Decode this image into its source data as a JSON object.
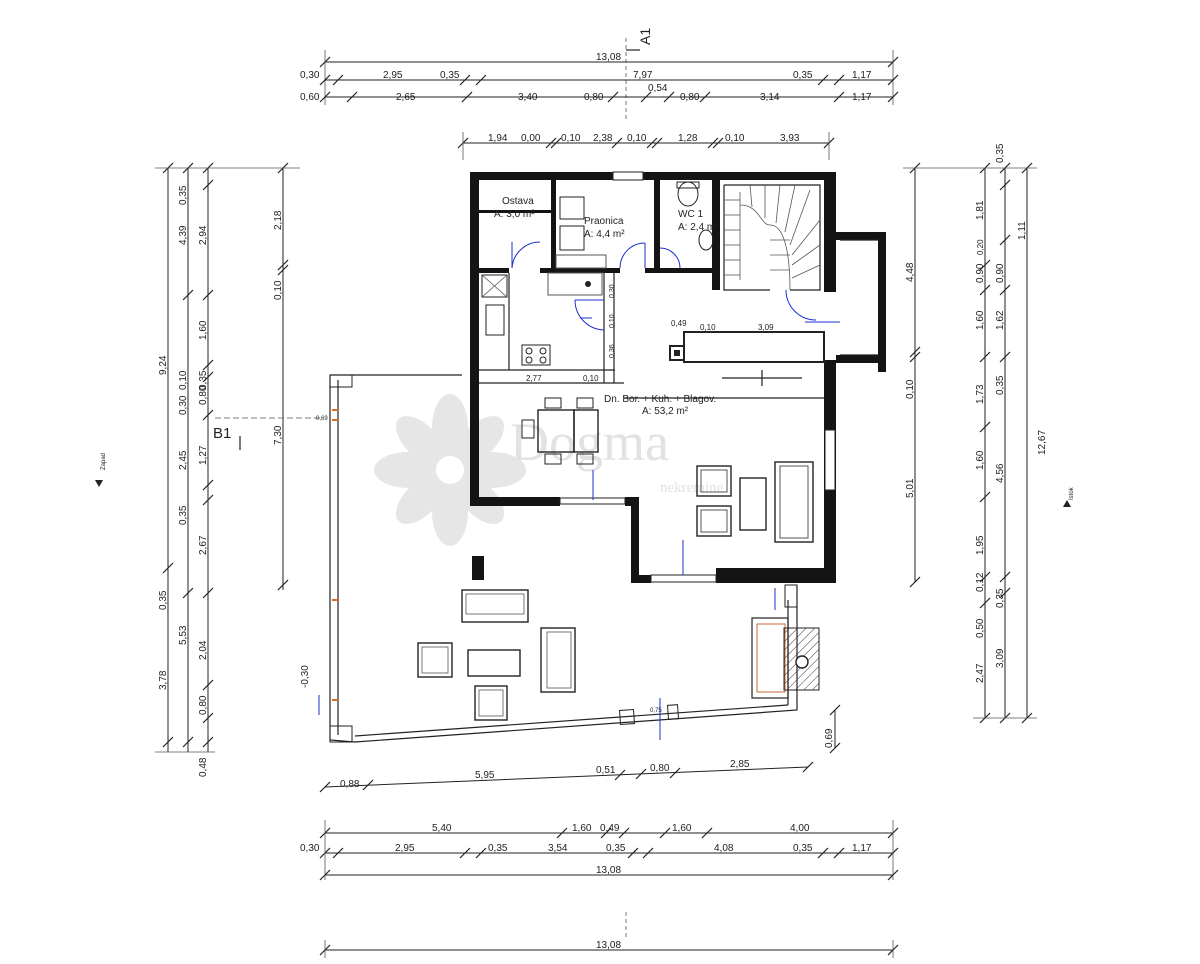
{
  "sections": {
    "a": "A1",
    "b": "B1"
  },
  "orient": {
    "west": "Zapad",
    "east": "Istok"
  },
  "watermark": {
    "brand": "Dogma",
    "sub": "nekretnine"
  },
  "rooms": {
    "ostava": {
      "name": "Ostava",
      "area": "A: 3,0 m²"
    },
    "praonica": {
      "name": "Praonica",
      "area": "A: 4,4 m²"
    },
    "wc": {
      "name": "WC 1",
      "area": "A: 2,4 m²"
    },
    "main": {
      "name": "Dn. Bor. + Kuh. + Blagov.",
      "area": "A: 53,2 m²"
    }
  },
  "top_dims": {
    "total": "13,08",
    "r1": [
      "0,30",
      "2,95",
      "0,35",
      "7,97",
      "0,35",
      "1,17"
    ],
    "r2": [
      "0,60",
      "2,65",
      "3,40",
      "0,80",
      "0,54",
      "0,80",
      "3,14",
      "1,17"
    ],
    "r3": [
      "1,94",
      "0,00",
      "0,10",
      "2,38",
      "0,10",
      "1,28",
      "0,10",
      "3,93"
    ]
  },
  "bottom_dims": {
    "r1": [
      "0,88",
      "5,95",
      "0,51",
      "0,80",
      "2,85"
    ],
    "r2": [
      "5,40",
      "1,60",
      "0,49",
      "1,60",
      "4,00"
    ],
    "r3": [
      "0,30",
      "2,95",
      "0,35",
      "3,54",
      "0,35",
      "4,08",
      "0,35",
      "1,17"
    ],
    "total": "13,08",
    "total2": "13,08"
  },
  "left_dims": {
    "total": "9,24",
    "col1": [
      "4,39",
      "5,53",
      "3,78"
    ],
    "col2": [
      "0,35",
      "2,94",
      "1,60",
      "0,30",
      "0,80",
      "1,27",
      "0,35",
      "2,67",
      "0,35",
      "2,04",
      "0,80",
      "0,48"
    ],
    "col3": [
      "2,18",
      "0,10",
      "7,30"
    ],
    "misc": [
      "0,35",
      "2,45",
      "0,10",
      "-0,30"
    ]
  },
  "right_dims": {
    "total": "12,67",
    "col1": [
      "4,48",
      "0,10",
      "5,01"
    ],
    "col2": [
      "0,35",
      "1,81",
      "0,90",
      "1,60",
      "1,73",
      "1,60",
      "1,95",
      "0,50",
      "2,47"
    ],
    "col3": [
      "1,11",
      "0,90",
      "1,62",
      "0,35",
      "4,56",
      "0,12",
      "0,35",
      "3,09",
      "0,20"
    ],
    "misc": [
      "0,69"
    ]
  },
  "inner_dims": [
    "2,77",
    "0,10",
    "0,49",
    "0,10",
    "3,09",
    "0,69",
    "0,75",
    "0,30",
    "0,36",
    "0,10"
  ]
}
